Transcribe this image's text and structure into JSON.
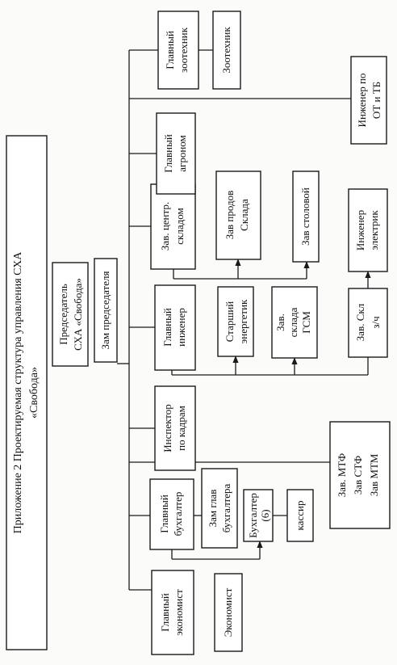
{
  "title": {
    "line1": "Приложение 2 Проектируемая структура управления СХА",
    "line2": "«Свобода»"
  },
  "chairman": {
    "line1": "Председатель",
    "line2": "СХА «Свобода»"
  },
  "deputy": {
    "line1": "Зам председателя"
  },
  "chief_economist": {
    "line1": "Главный",
    "line2": "экономист"
  },
  "economist": {
    "line1": "Экономист"
  },
  "chief_accountant": {
    "line1": "Главный",
    "line2": "бухгалтер"
  },
  "deputy_accountant": {
    "line1": "Зам глав",
    "line2": "бухгалтера"
  },
  "accountant": {
    "line1": "Бухгалтер",
    "line2": "(6)"
  },
  "cashier": {
    "line1": "кассир"
  },
  "farm_heads": {
    "line1": "Зав. МТФ",
    "line2": "Зав СТФ",
    "line3": "Зав МТМ"
  },
  "hr_inspector": {
    "line1": "Инспектор",
    "line2": "по кадрам"
  },
  "chief_engineer": {
    "line1": "Главный",
    "line2": "инженер"
  },
  "senior_power": {
    "line1": "Старший",
    "line2": "энергетик"
  },
  "fuel_store": {
    "line1": "Зав.",
    "line2": "склада",
    "line3": "ГСМ"
  },
  "parts_store": {
    "line1": "Зав. Скл",
    "line2": "з/ч"
  },
  "electrician": {
    "line1": "Инженер",
    "line2": "электрик"
  },
  "central_store": {
    "line1": "Зав. центр.",
    "line2": "складом"
  },
  "food_store": {
    "line1": "Зав продов",
    "line2": "Склада"
  },
  "canteen": {
    "line1": "Зав столовой"
  },
  "chief_agronomist": {
    "line1": "Главный",
    "line2": "агроном"
  },
  "safety_engineer": {
    "line1": "Инженер по",
    "line2": "ОТ и ТБ"
  },
  "chief_zootech": {
    "line1": "Главный",
    "line2": "зоотехник"
  },
  "zootech": {
    "line1": "Зоотехник"
  }
}
